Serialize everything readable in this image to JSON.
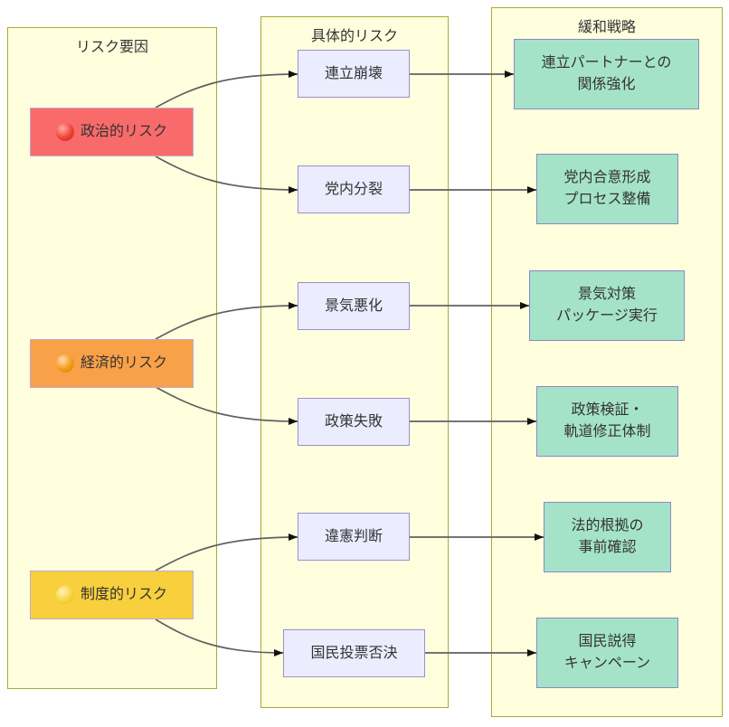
{
  "columns": {
    "factors": {
      "title": "リスク要因"
    },
    "risks": {
      "title": "具体的リスク"
    },
    "strategies": {
      "title": "緩和戦略"
    }
  },
  "nodes": {
    "factors": [
      {
        "label": "政治的リスク",
        "icon": "red-circle-icon",
        "fill": "#f96a6a"
      },
      {
        "label": "経済的リスク",
        "icon": "orange-circle-icon",
        "fill": "#f9a148"
      },
      {
        "label": "制度的リスク",
        "icon": "yellow-circle-icon",
        "fill": "#f8d03e"
      }
    ],
    "risks": [
      {
        "label": "連立崩壊"
      },
      {
        "label": "党内分裂"
      },
      {
        "label": "景気悪化"
      },
      {
        "label": "政策失敗"
      },
      {
        "label": "違憲判断"
      },
      {
        "label": "国民投票否決"
      }
    ],
    "strategies": [
      {
        "label": "連立パートナーとの\n関係強化"
      },
      {
        "label": "党内合意形成\nプロセス整備"
      },
      {
        "label": "景気対策\nパッケージ実行"
      },
      {
        "label": "政策検証・\n軌道修正体制"
      },
      {
        "label": "法的根拠の\n事前確認"
      },
      {
        "label": "国民説得\nキャンペーン"
      }
    ]
  },
  "edges": [
    {
      "from": "政治的リスク",
      "to": "連立崩壊"
    },
    {
      "from": "政治的リスク",
      "to": "党内分裂"
    },
    {
      "from": "経済的リスク",
      "to": "景気悪化"
    },
    {
      "from": "経済的リスク",
      "to": "政策失敗"
    },
    {
      "from": "制度的リスク",
      "to": "違憲判断"
    },
    {
      "from": "制度的リスク",
      "to": "国民投票否決"
    },
    {
      "from": "連立崩壊",
      "to": "連立パートナーとの関係強化"
    },
    {
      "from": "党内分裂",
      "to": "党内合意形成プロセス整備"
    },
    {
      "from": "景気悪化",
      "to": "景気対策パッケージ実行"
    },
    {
      "from": "政策失敗",
      "to": "政策検証・軌道修正体制"
    },
    {
      "from": "違憲判断",
      "to": "法的根拠の事前確認"
    },
    {
      "from": "国民投票否決",
      "to": "国民説得キャンペーン"
    }
  ],
  "colors": {
    "canvas_bg": "#ffffff",
    "container_fill": "#ffffde",
    "container_border": "#aaaa33",
    "risk_fill": "#ececff",
    "risk_border": "#9b8fd0",
    "strategy_fill": "#a5e3c8",
    "strategy_border": "#8c87c6",
    "factor_political_fill": "#f96a6a",
    "factor_economic_fill": "#f9a148",
    "factor_institutional_fill": "#f8d03e",
    "factor_border": "#c2a7d1",
    "edge_stroke": "#606060",
    "arrowhead": "#111111",
    "text": "#333333"
  }
}
